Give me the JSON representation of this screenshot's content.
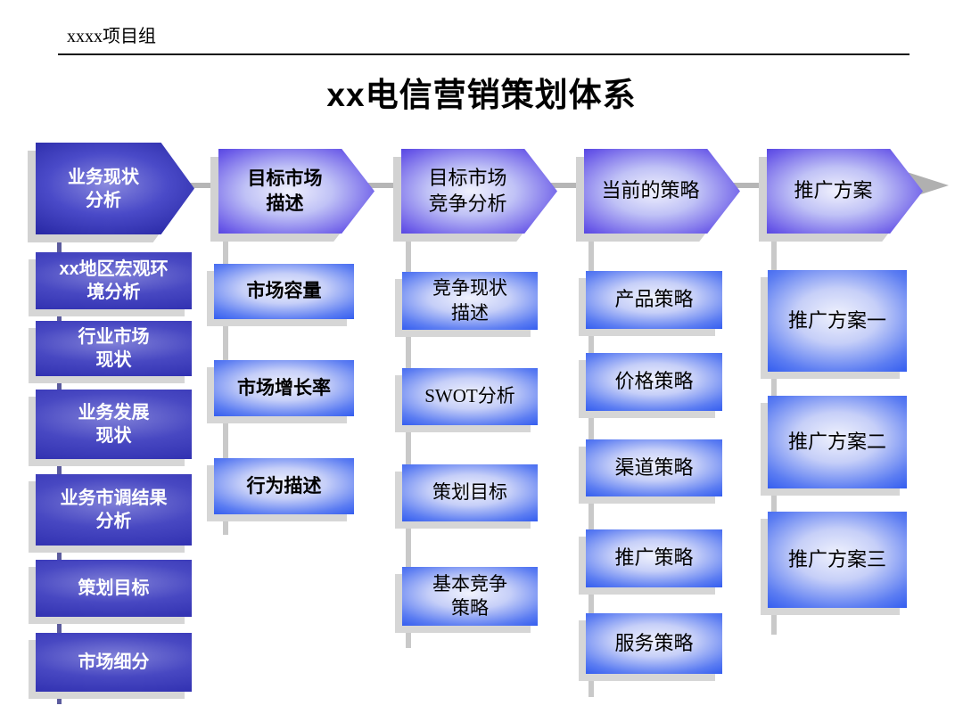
{
  "slide": {
    "project_label": "xxxx项目组",
    "title": "xx电信营销策划体系"
  },
  "colors": {
    "stage_dark_fill": "#2a2aa6",
    "stage_light_fill": "#3c2cd8",
    "box_purple_fill": "#3a3abd",
    "box_blue_edge": "#2350ee",
    "box_center_highlight": "#eef0fc",
    "shadow_gray": "#d6d6d6",
    "connector_gray": "#c9c9c9",
    "connector_dark_blue": "#5c5c9e",
    "flow_line_gray": "#b6b6b6",
    "text_white": "#ffffff",
    "text_black": "#000000"
  },
  "flow": {
    "columns": [
      {
        "header": "业务现状\n分析",
        "items": [
          "xx地区宏观环\n境分析",
          "行业市场\n现状",
          "业务发展\n现状",
          "业务市调结果\n分析",
          "策划目标",
          "市场细分"
        ]
      },
      {
        "header": "目标市场\n描述",
        "items": [
          "市场容量",
          "市场增长率",
          "行为描述"
        ]
      },
      {
        "header": "目标市场\n竞争分析",
        "items": [
          "竞争现状\n描述",
          "SWOT分析",
          "策划目标",
          "基本竞争\n策略"
        ]
      },
      {
        "header": "当前的策略",
        "items": [
          "产品策略",
          "价格策略",
          "渠道策略",
          "推广策略",
          "服务策略"
        ]
      },
      {
        "header": "推广方案",
        "items": [
          "推广方案一",
          "推广方案二",
          "推广方案三"
        ]
      }
    ]
  }
}
